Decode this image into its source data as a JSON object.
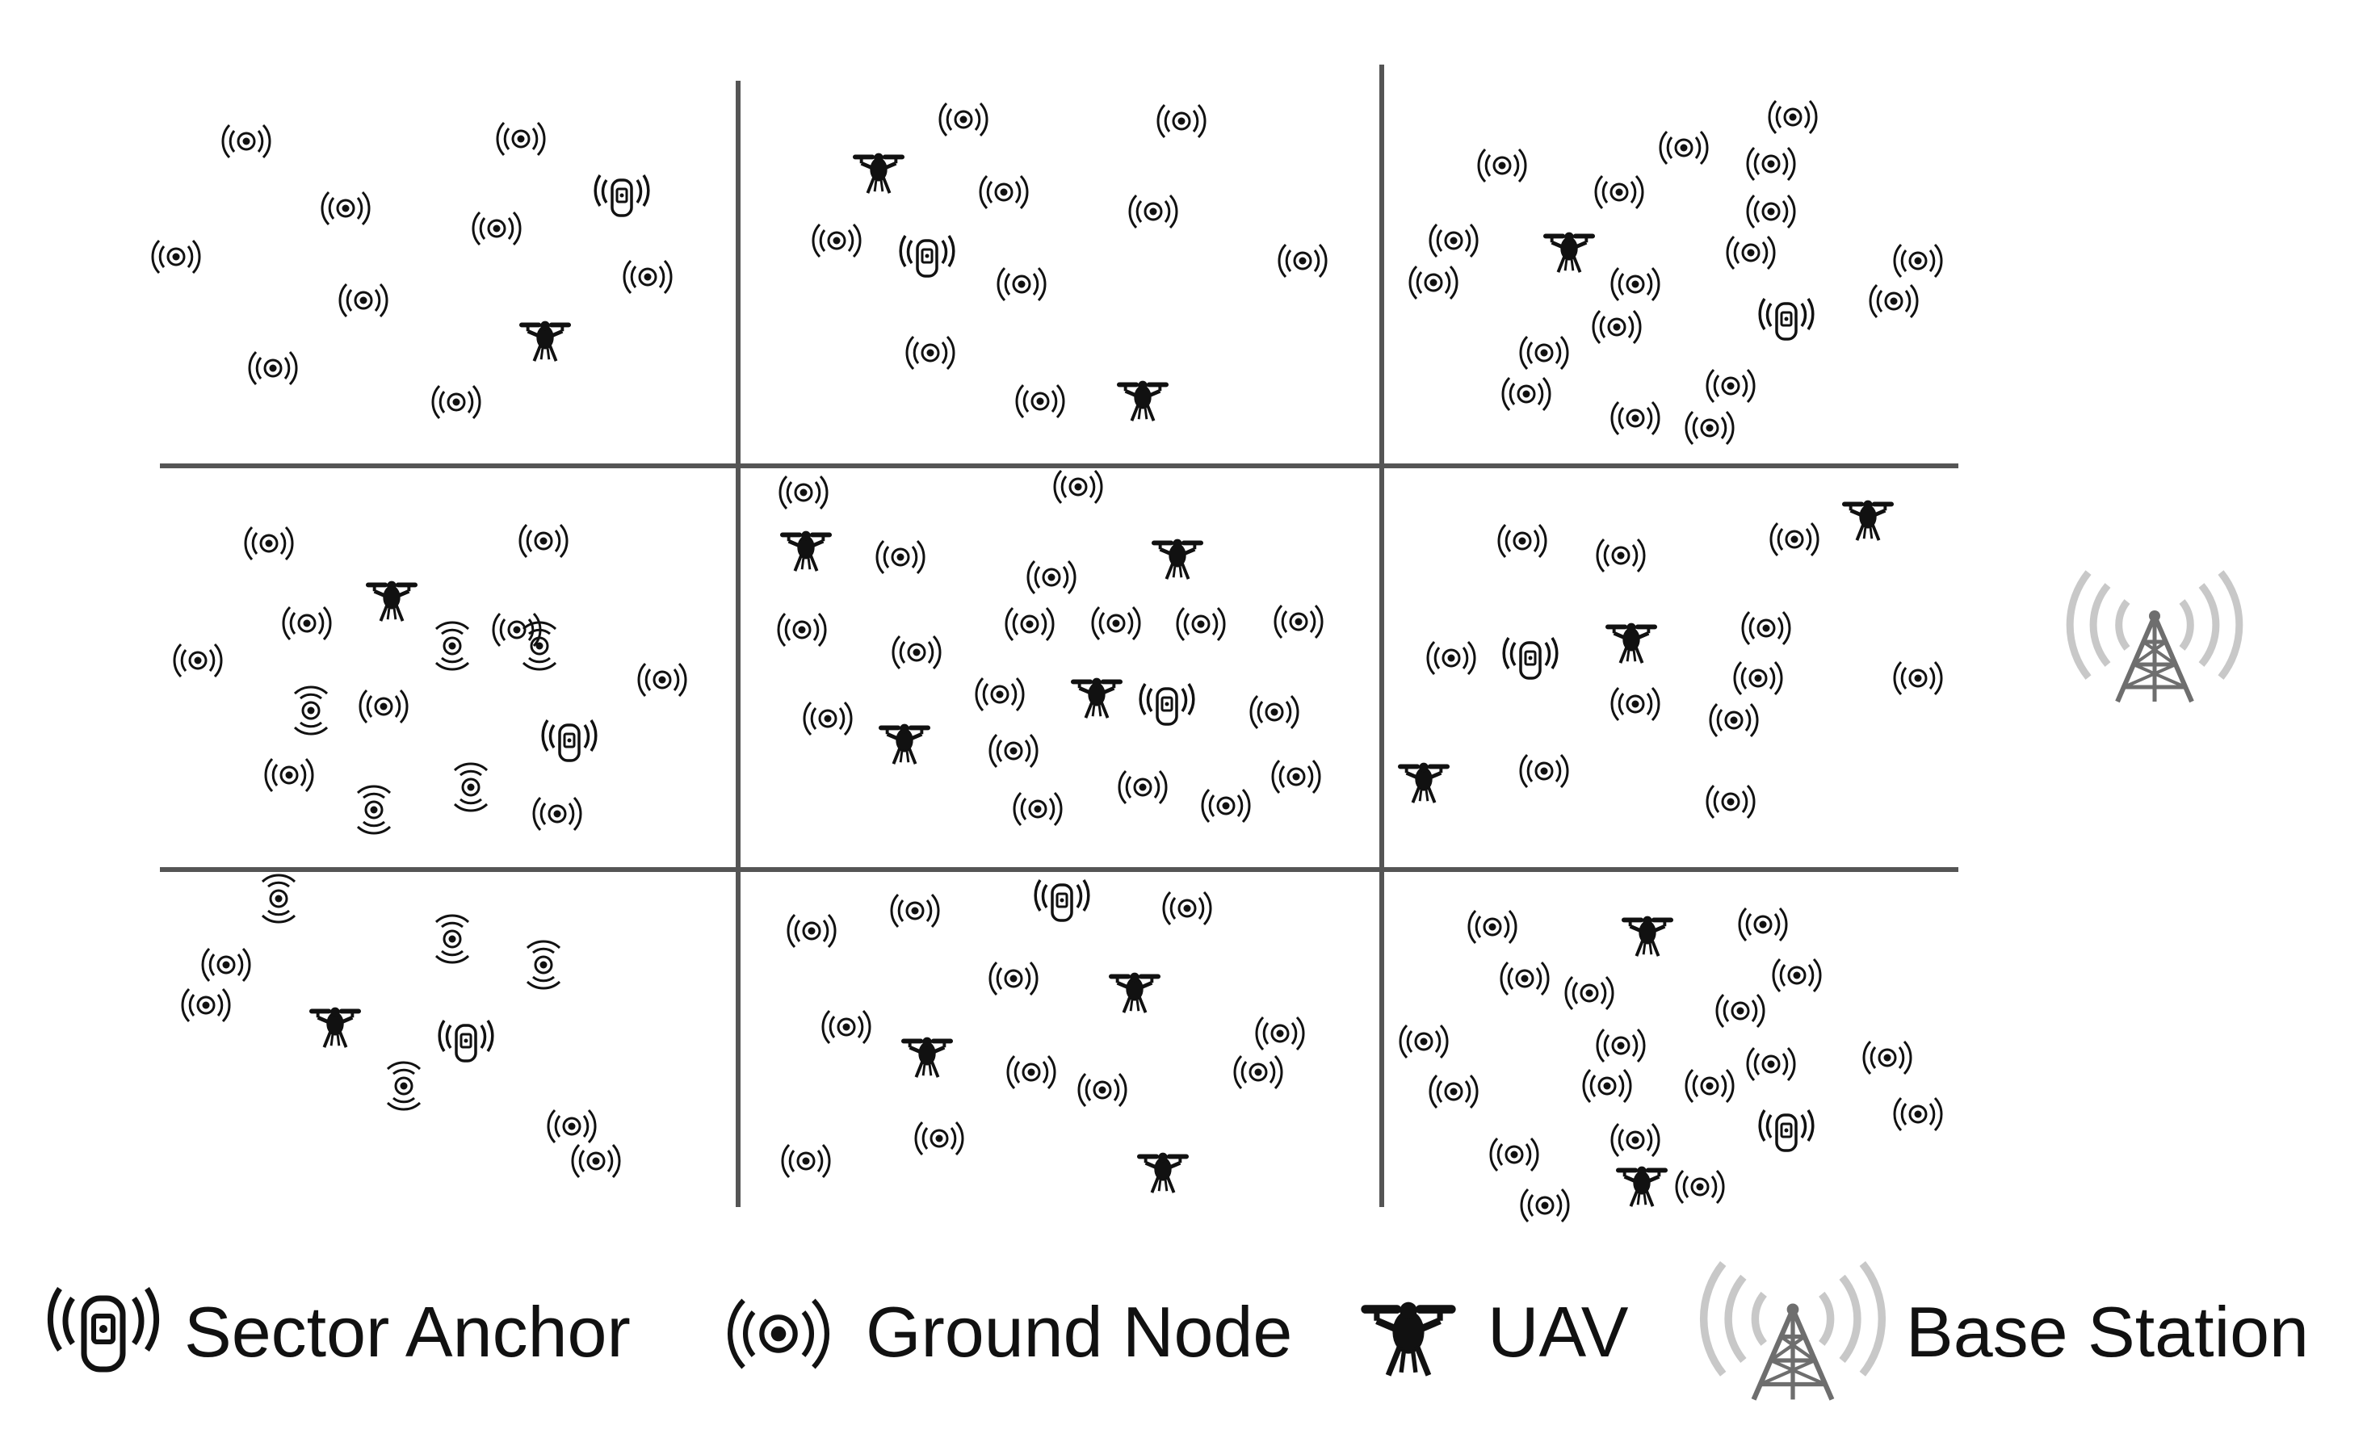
{
  "legend": {
    "sector_anchor": "Sector Anchor",
    "ground_node": "Ground Node",
    "uav": "UAV",
    "base_station": "Base Station"
  },
  "colors": {
    "grid_line": "#555555",
    "icon": "#111111",
    "base_station": "#6e6e6e",
    "base_station_waves": "#c8c8c8"
  },
  "icons": {
    "sector_anchor": "sector-anchor-icon",
    "ground_node": "ground-node-icon",
    "ground_node_vertical": "ground-node-vertical-icon",
    "uav": "uav-icon",
    "base_station": "base-station-icon"
  }
}
